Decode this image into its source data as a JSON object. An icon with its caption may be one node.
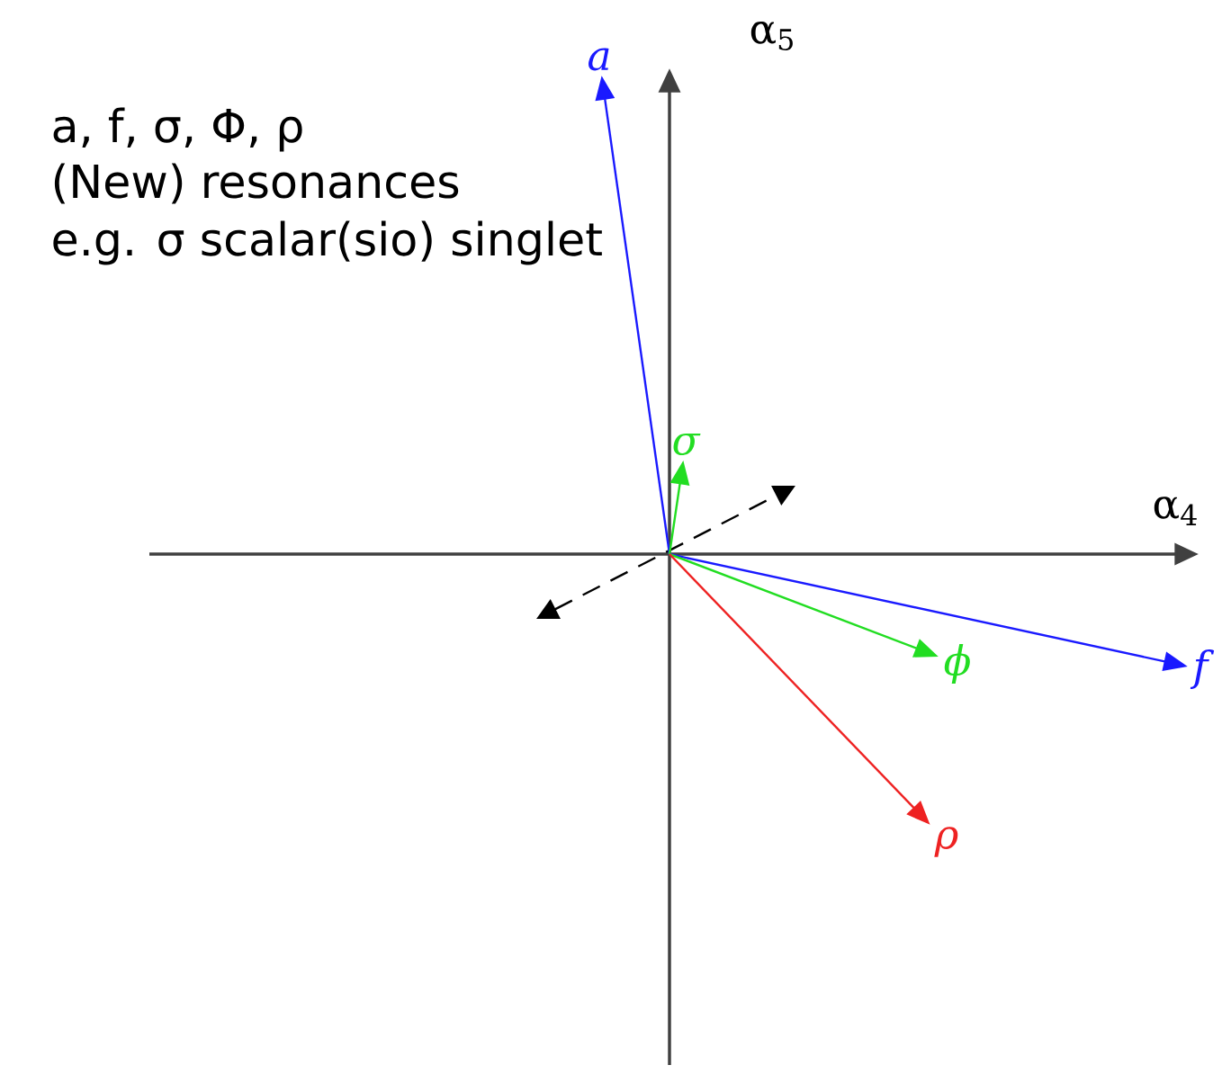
{
  "diagram": {
    "nodes": [
      {
        "text": [
          "a"
        ]
      },
      {
        "text": [
          "σ"
        ]
      },
      {
        "text": [
          "f"
        ]
      },
      {
        "text": [
          "ϕ"
        ]
      },
      {
        "text": [
          "ρ"
        ]
      }
    ],
    "edges": [
      {
        "from": null,
        "to": 0,
        "arrow": "to",
        "color": "#1a1aff"
      },
      {
        "from": null,
        "to": 1,
        "arrow": "to",
        "color": "#22dd22"
      },
      {
        "from": null,
        "to": 2,
        "arrow": "to",
        "color": "#1a1aff"
      },
      {
        "from": null,
        "to": 3,
        "arrow": "to",
        "color": "#22dd22"
      },
      {
        "from": null,
        "to": 4,
        "arrow": "to",
        "color": "#ee2222"
      }
    ],
    "labels": [
      "a, f, σ, Φ, ρ",
      "(New) resonances",
      "e.g. σ scalar(sio) singlet",
      "α$_{5}$",
      "α$_{4}$"
    ]
  }
}
